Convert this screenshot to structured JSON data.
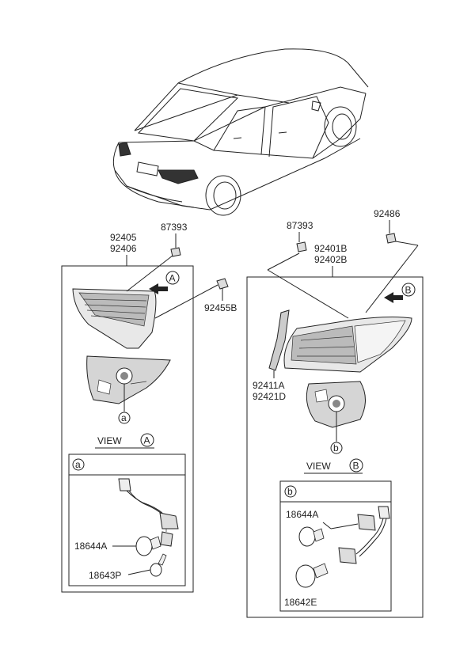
{
  "parts": {
    "left_clip": "87393",
    "left_lamp_1": "92405",
    "left_lamp_2": "92406",
    "left_screw": "92455B",
    "right_clip": "87393",
    "right_nut": "92486",
    "right_lamp_1": "92401B",
    "right_lamp_2": "92402B",
    "right_bracket_1": "92411A",
    "right_bracket_2": "92421D",
    "socket_a_bulb": "18644A",
    "socket_a_small_bulb": "18643P",
    "socket_b_bulb": "18644A",
    "socket_b_small_bulb": "18642E"
  },
  "views": {
    "view_label": "VIEW",
    "marker_a": "A",
    "marker_b": "B",
    "detail_a": "a",
    "detail_b": "b"
  }
}
